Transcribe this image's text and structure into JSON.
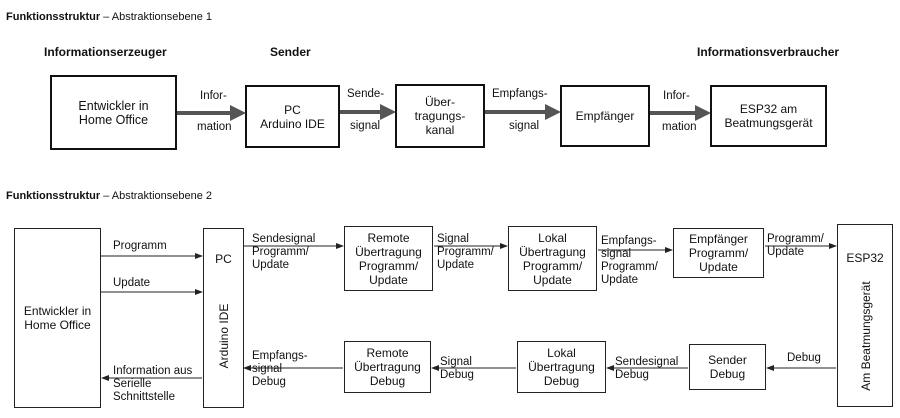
{
  "level1": {
    "title_bold": "Funktionsstruktur",
    "title_rest": " – Abstraktionsebene 1",
    "headers": {
      "producer": "Informationserzeuger",
      "sender": "Sender",
      "consumer": "Informationsverbraucher"
    },
    "boxes": {
      "developer": "Entwickler in\nHome Office",
      "pc": "PC\nArduino IDE",
      "channel": "Über-\ntragungs-\nkanal",
      "receiver": "Empfänger",
      "esp": "ESP32 am\nBeatmungsgerät"
    },
    "labels": {
      "info1_top": "Infor-",
      "info1_bottom": "mation",
      "send_top": "Sende-",
      "send_bottom": "signal",
      "recv_top": "Empfangs-",
      "recv_bottom": "signal",
      "info2_top": "Infor-",
      "info2_bottom": "mation"
    }
  },
  "level2": {
    "title_bold": "Funktionsstruktur",
    "title_rest": " – Abstraktionsebene 2",
    "boxes": {
      "developer": "Entwickler in\nHome Office",
      "pc_label": "PC",
      "pc_vertical": "Arduino IDE",
      "remote_up": "Remote\nÜbertragung\nProgramm/\nUpdate",
      "local_up": "Lokal\nÜbertragung\nProgramm/\nUpdate",
      "receiver": "Empfänger\nProgramm/\nUpdate",
      "esp_label": "ESP32",
      "esp_vertical": "Am Beatmungsgerät",
      "remote_debug": "Remote\nÜbertragung\nDebug",
      "local_debug": "Lokal\nÜbertragung\nDebug",
      "sender_debug": "Sender\nDebug"
    },
    "labels": {
      "programm": "Programm",
      "update": "Update",
      "information_aus": "Information aus\nSerielle\nSchnittstelle",
      "sendesignal_top": "Sendesignal\nProgramm/\nUpdate",
      "signal_top1": "Signal\nProgramm/\nUpdate",
      "empfangs_top": "Empfangs-\nsignal\nProgramm/\nUpdate",
      "programm_update": "Programm/\nUpdate",
      "empfangs_debug": "Empfangs-\nsignal\nDebug",
      "signal_debug": "Signal\nDebug",
      "sendesignal_debug": "Sendesignal\nDebug",
      "debug": "Debug"
    }
  }
}
